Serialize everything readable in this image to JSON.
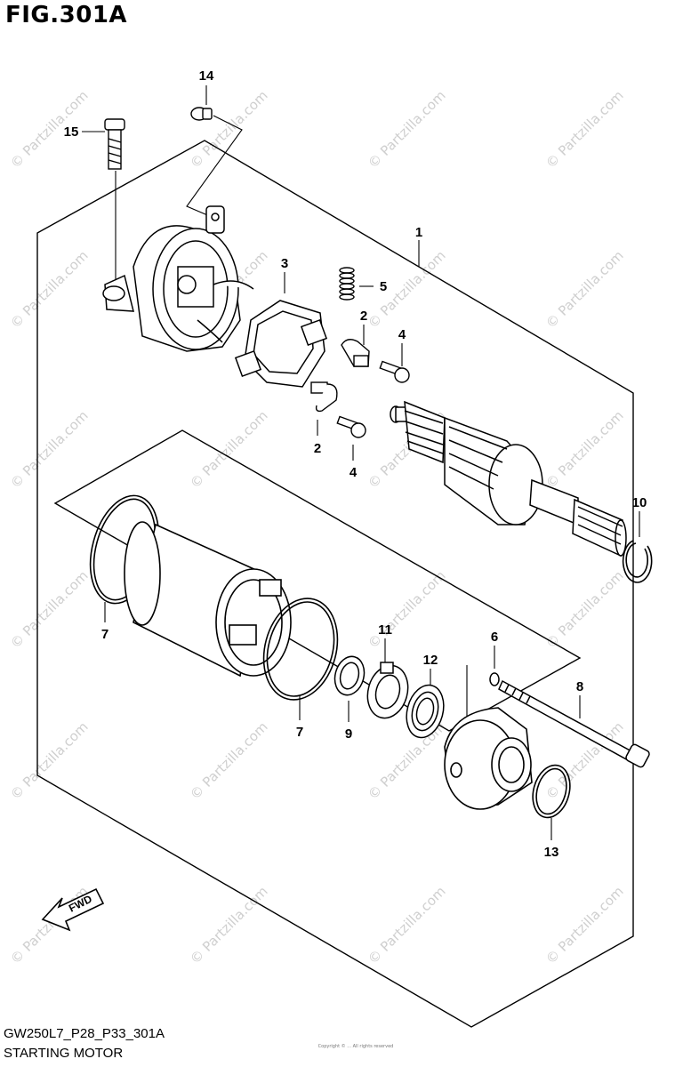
{
  "figure": {
    "title": "FIG.301A",
    "code": "GW250L7_P28_P33_301A",
    "name": "STARTING MOTOR"
  },
  "watermark": "© Partzilla.com",
  "fwd_label": "FWD",
  "fine_print": "Copyright © ... All rights reserved",
  "callouts": [
    {
      "id": "c14",
      "text": "14"
    },
    {
      "id": "c15",
      "text": "15"
    },
    {
      "id": "c1",
      "text": "1"
    },
    {
      "id": "c3",
      "text": "3"
    },
    {
      "id": "c5",
      "text": "5"
    },
    {
      "id": "c2a",
      "text": "2"
    },
    {
      "id": "c4a",
      "text": "4"
    },
    {
      "id": "c2b",
      "text": "2"
    },
    {
      "id": "c4b",
      "text": "4"
    },
    {
      "id": "c10",
      "text": "10"
    },
    {
      "id": "c7a",
      "text": "7"
    },
    {
      "id": "c11",
      "text": "11"
    },
    {
      "id": "c6",
      "text": "6"
    },
    {
      "id": "c12",
      "text": "12"
    },
    {
      "id": "c8",
      "text": "8"
    },
    {
      "id": "c7b",
      "text": "7"
    },
    {
      "id": "c9",
      "text": "9"
    },
    {
      "id": "c13",
      "text": "13"
    }
  ],
  "colors": {
    "line": "#000000",
    "watermark": "#cfcfcf",
    "background": "#ffffff"
  }
}
